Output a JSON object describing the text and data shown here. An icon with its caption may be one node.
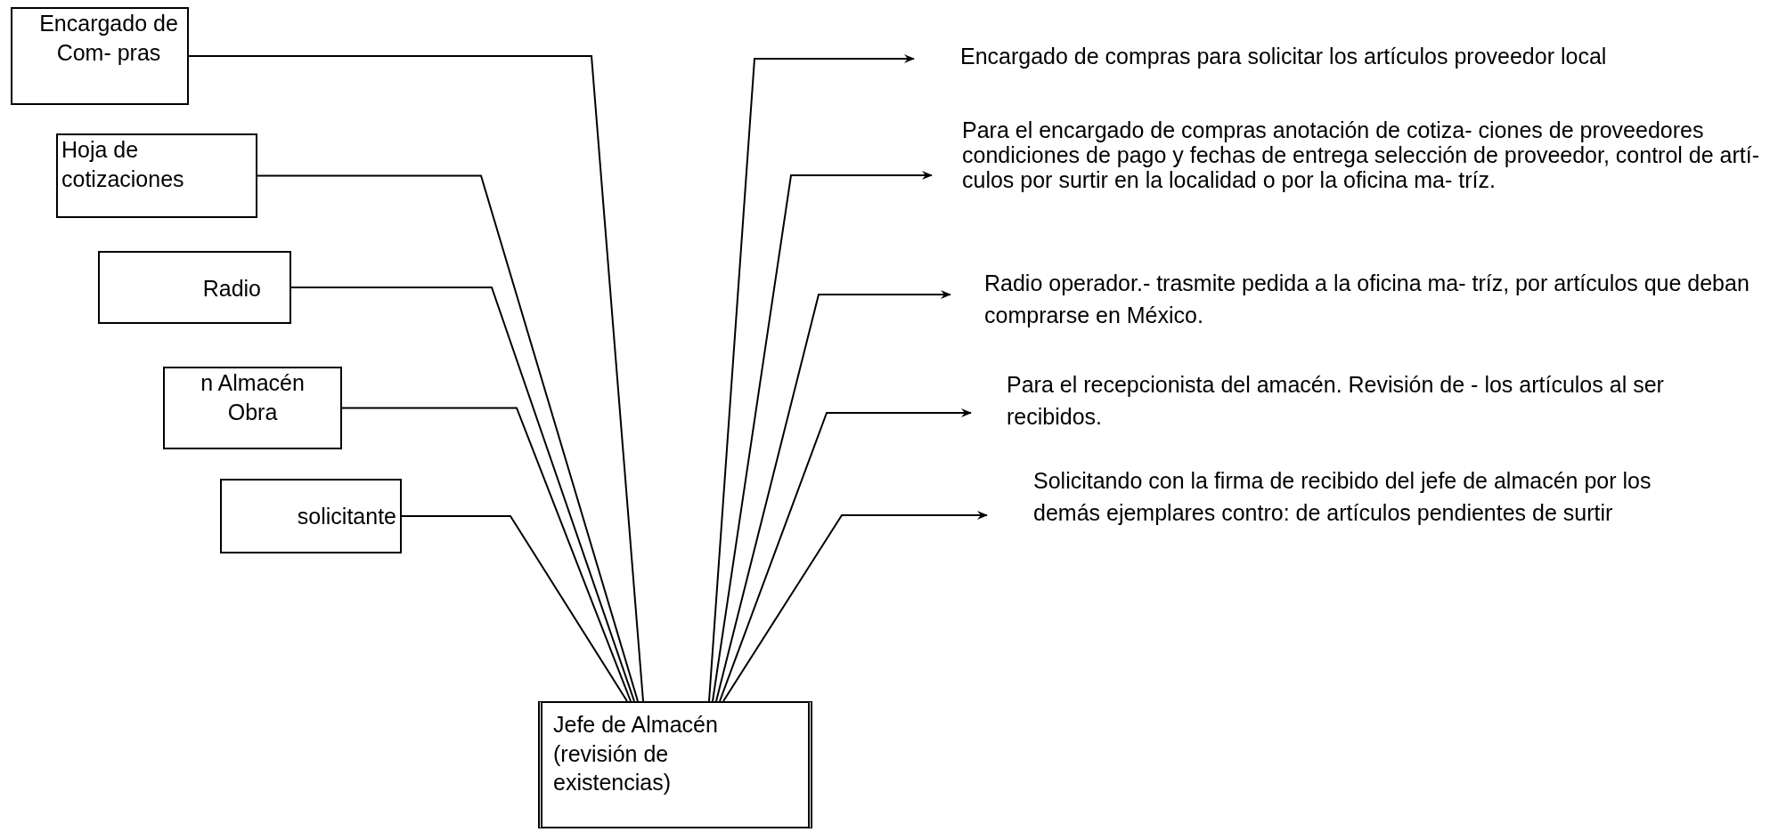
{
  "diagram": {
    "nodes": [
      {
        "text": [
          "Encargado de Com- pras"
        ]
      },
      {
        "text": [
          "Hoja de cotizaciones"
        ]
      },
      {
        "text": [
          "Radio"
        ]
      },
      {
        "text": [
          "n Almacén Obra"
        ]
      },
      {
        "text": [
          "solicitante"
        ]
      },
      {
        "text": [
          "Jefe de Almacén (revisión de existencias)"
        ]
      },
      {
        "text": [
          "Encargado de compras para solicitar los artículos proveedor local"
        ]
      },
      {
        "text": [
          "Para el encargado de compras anotación de cotiza- ciones de proveedores condiciones de pago y fechas de entrega selección de proveedor, control de artí- culos por surtir en la localidad o por la oficina ma- tríz."
        ]
      },
      {
        "text": [
          "Radio operador.- trasmite pedida a la oficina ma- tríz, por artículos que deban comprarse en México."
        ]
      },
      {
        "text": [
          "Para el recepcionista del amacén. Revisión de - los artículos al ser recibidos."
        ]
      },
      {
        "text": [
          "Solicitando con la firma de recibido del jefe de almacén por los demás ejemplares contro: de artículos pendientes de surtir"
        ]
      }
    ],
    "edges": [
      {
        "from": 0,
        "to": 5,
        "arrow": "none"
      },
      {
        "from": 1,
        "to": 5,
        "arrow": "none"
      },
      {
        "from": 2,
        "to": 5,
        "arrow": "none"
      },
      {
        "from": 3,
        "to": 5,
        "arrow": "none"
      },
      {
        "from": 4,
        "to": 5,
        "arrow": "none"
      },
      {
        "from": 5,
        "to": 6,
        "arrow": "to"
      },
      {
        "from": 5,
        "to": 7,
        "arrow": "to"
      },
      {
        "from": 5,
        "to": 8,
        "arrow": "to"
      },
      {
        "from": 5,
        "to": 9,
        "arrow": "to"
      },
      {
        "from": 5,
        "to": 10,
        "arrow": "to"
      }
    ]
  }
}
